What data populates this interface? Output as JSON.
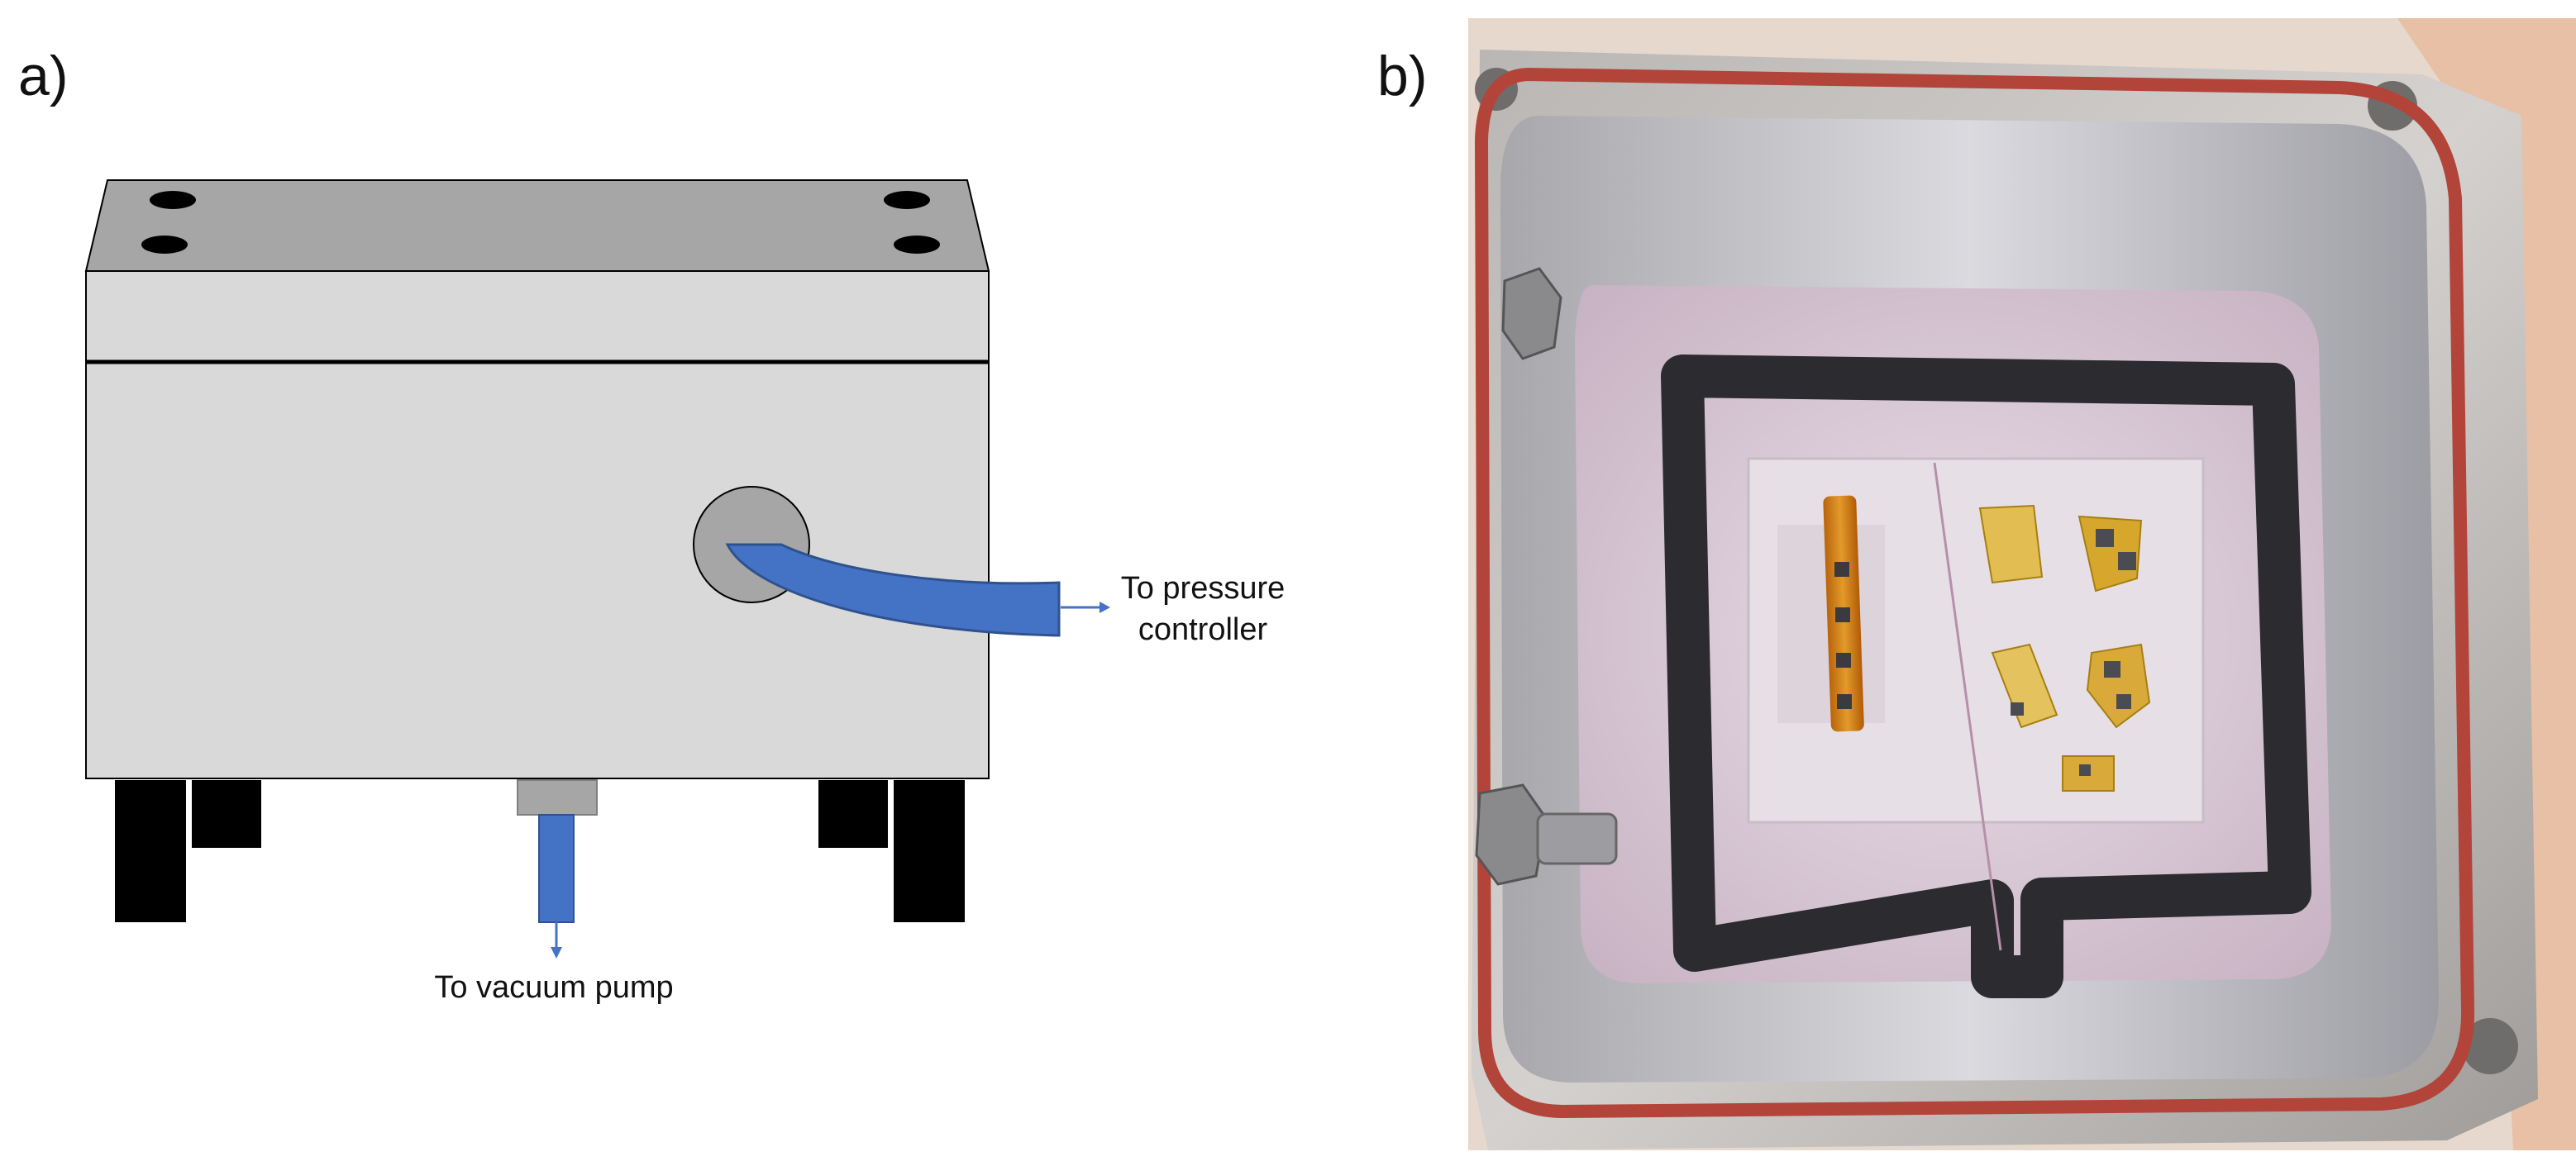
{
  "panels": {
    "a": {
      "label": "a)"
    },
    "b": {
      "label": "b)"
    }
  },
  "callouts": {
    "pressure_line1": "To pressure",
    "pressure_line2": "controller",
    "vacuum": "To vacuum pump"
  },
  "colors": {
    "lid_top": "#a6a6a6",
    "body": "#d9d9d9",
    "outline": "#000000",
    "port": "#a6a6a6",
    "hose": "#4472c4",
    "feet": "#000000"
  },
  "icons": {
    "arrow": "arrow-icon",
    "bolt_hole": "bolt-hole-icon"
  }
}
